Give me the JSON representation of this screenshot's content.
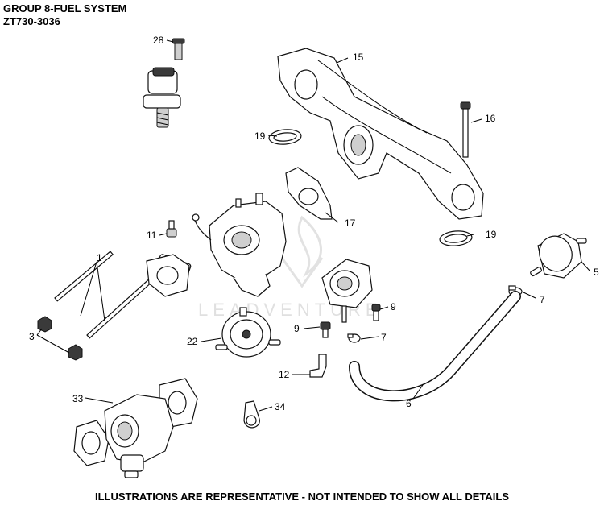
{
  "header": {
    "group_title": "GROUP 8-FUEL SYSTEM",
    "model": "ZT730-3036"
  },
  "watermark": "LEADVENTURE",
  "callouts": {
    "c1": "1",
    "c3": "3",
    "c5": "5",
    "c6": "6",
    "c7a": "7",
    "c7b": "7",
    "c9a": "9",
    "c9b": "9",
    "c11": "11",
    "c12": "12",
    "c15": "15",
    "c16": "16",
    "c17": "17",
    "c19a": "19",
    "c19b": "19",
    "c22": "22",
    "c28": "28",
    "c33": "33",
    "c34": "34"
  },
  "footer": {
    "note": "ILLUSTRATIONS ARE REPRESENTATIVE - NOT INTENDED TO SHOW ALL DETAILS"
  }
}
